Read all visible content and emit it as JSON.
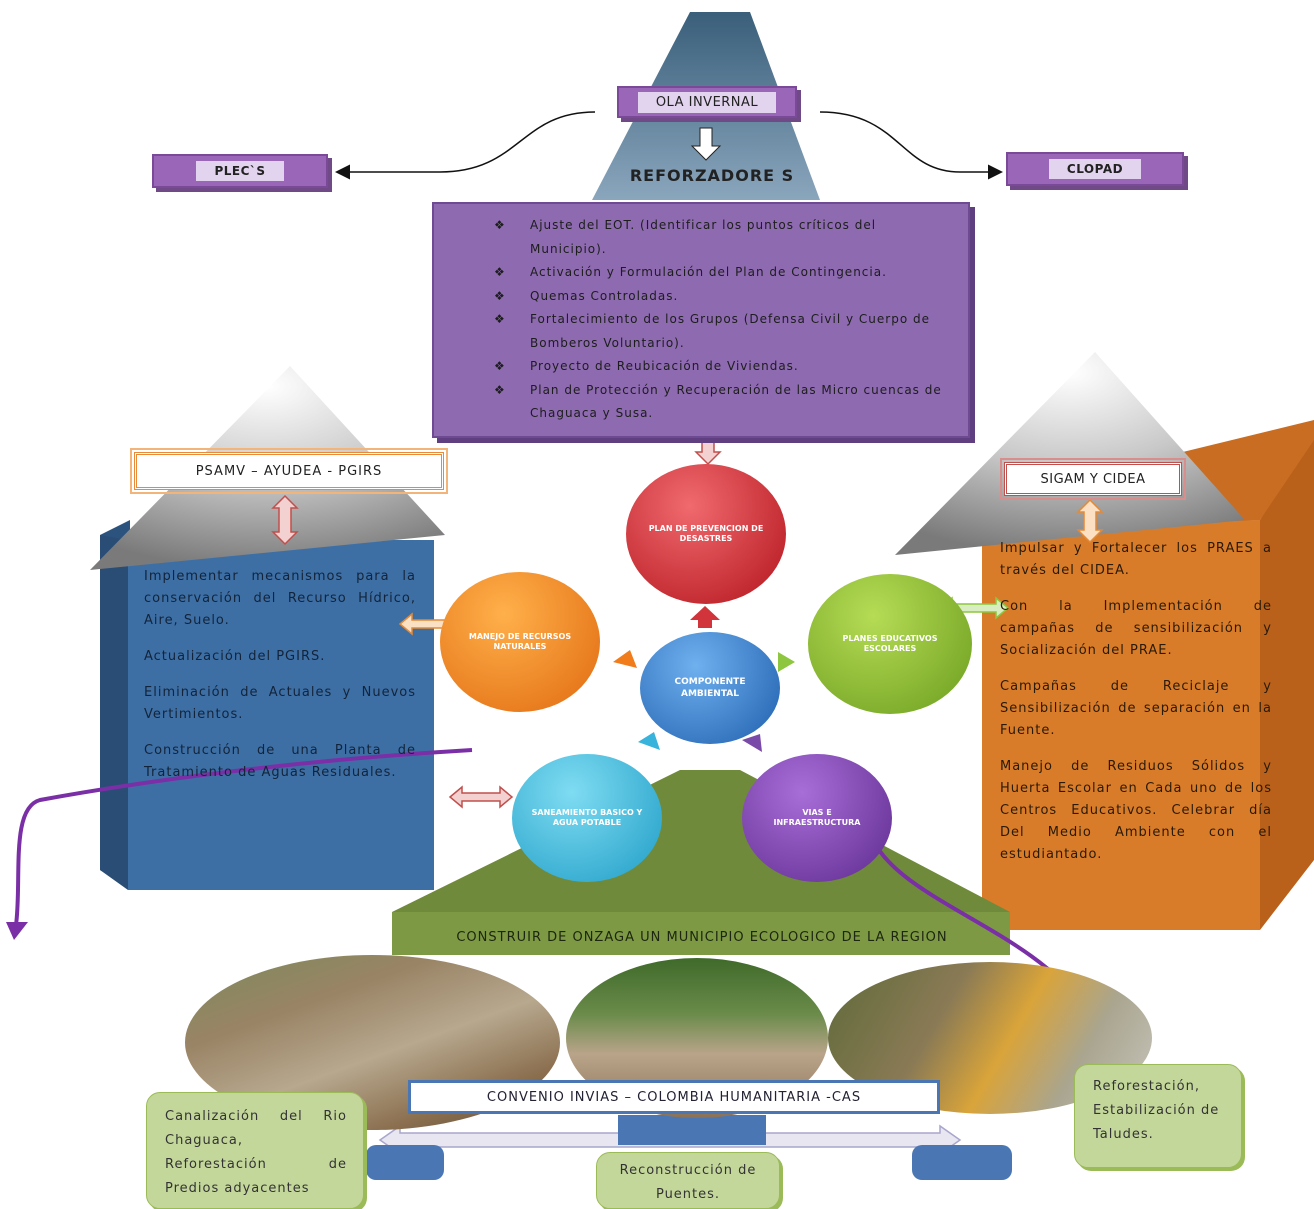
{
  "top": {
    "ola_invernal": "OLA INVERNAL",
    "plecs": "PLEC`S",
    "clopad": "CLOPAD",
    "reforzadores": "REFORZADORE S"
  },
  "reinforcers": {
    "items": [
      "Ajuste del EOT. (Identificar los puntos críticos del Municipio).",
      "Activación y Formulación  del Plan de Contingencia.",
      "Quemas Controladas.",
      "Fortalecimiento de los Grupos (Defensa Civil y Cuerpo de Bomberos Voluntario).",
      "Proyecto de Reubicación de Viviendas.",
      "Plan de Protección y Recuperación de las Micro cuencas de Chaguaca y Susa."
    ]
  },
  "left": {
    "title": "PSAMV – AYUDEA - PGIRS",
    "paragraphs": [
      "Implementar mecanismos para la conservación del Recurso Hídrico, Aire, Suelo.",
      "Actualización del PGIRS.",
      "Eliminación de Actuales y Nuevos Vertimientos.",
      "Construcción de una Planta de Tratamiento de Aguas Residuales."
    ]
  },
  "right": {
    "title": "SIGAM Y CIDEA",
    "paragraphs": [
      "Impulsar y Fortalecer los PRAES a través del CIDEA.",
      "Con la Implementación de campañas de sensibilización y Socialización del PRAE.",
      "Campañas de Reciclaje y Sensibilización de separación en la Fuente.",
      "Manejo de Residuos Sólidos y Huerta Escolar en Cada uno de los Centros Educativos. Celebrar día Del Medio Ambiente con el estudiantado."
    ]
  },
  "center": {
    "core": "COMPONENTE AMBIENTAL",
    "top": "PLAN DE PREVENCION DE DESASTRES",
    "left": "MANEJO DE RECURSOS NATURALES",
    "right": "PLANES EDUCATIVOS ESCOLARES",
    "bottom_left": "SANEAMIENTO BASICO Y AGUA POTABLE",
    "bottom_right": "VIAS E INFRAESTRUCTURA"
  },
  "bottom": {
    "banner": "CONSTRUIR DE ONZAGA UN MUNICIPIO ECOLOGICO DE LA REGION",
    "convenio": "CONVENIO INVIAS – COLOMBIA HUMANITARIA -CAS",
    "box_left": "Canalización del Rio Chaguaca, Reforestación de Predios adyacentes",
    "box_center": "Reconstrucción de Puentes.",
    "box_right": "Reforestación, Estabilización de Taludes."
  },
  "colors": {
    "purple": "#8e6ab0",
    "blue": "#3a6aa0",
    "orange": "#d97c2a",
    "red": "#d1343b",
    "green": "#6f8a3a"
  }
}
